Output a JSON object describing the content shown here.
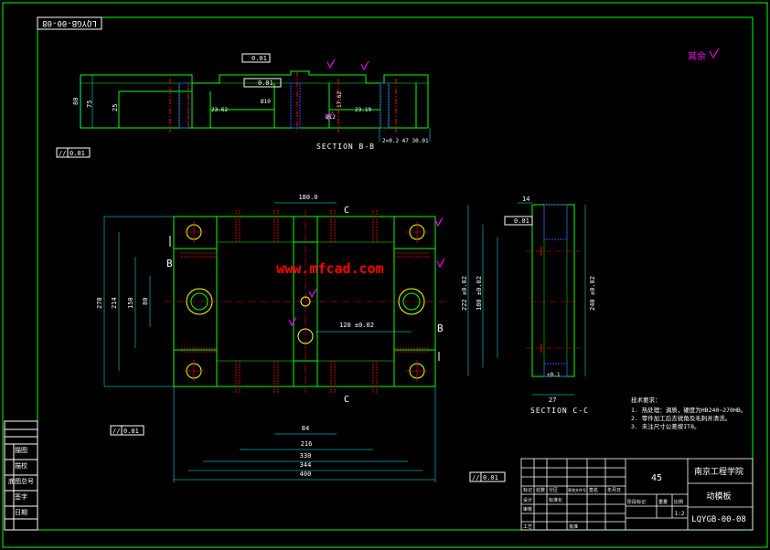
{
  "drawing_code_rotated": "LQYGB-00-08",
  "section_bb_label": "SECTION B-B",
  "section_cc_label": "SECTION C-C",
  "watermark": "www.mfcad.com",
  "roughness_note": "其余",
  "cutting_plane_b": "B",
  "cutting_plane_c": "C",
  "dimensions": {
    "bb_height_80": "80",
    "bb_height_75": "75",
    "bb_height_25": "25",
    "bb_flatness": "0.01",
    "bb_width_23_62": "23.62",
    "bb_width_23_19": "23.19",
    "bb_width_17_62": "17.62",
    "bb_phi12": "Ø12",
    "bb_phi10": "Ø10",
    "bb_step": "2×0.2 47 30.01",
    "perp_tol": "0.01",
    "top_width_180": "180.0",
    "height_270": "270",
    "height_214": "214",
    "height_150": "150",
    "height_80": "80",
    "width_120": "120 ±0.02",
    "width_84": "84",
    "width_216": "216",
    "width_330": "330",
    "width_344": "344",
    "width_400": "400",
    "parallel_tol": "0.01",
    "parallel_tol_bottom": "0.01",
    "cc_width_14": "14",
    "cc_height_222": "222 ±0.02",
    "cc_height_180": "180 ±0.02",
    "cc_height_240": "240 ±0.02",
    "cc_width_27": "27",
    "cc_tol": "±0.1"
  },
  "tech_requirements": {
    "title": "技术要求：",
    "items": [
      "1. 热处理：调质，硬度为HB240~270HB。",
      "2. 零件加工后去锐角及毛刺并清洗。",
      "3. 未注尺寸公差按IT8。"
    ]
  },
  "title_block": {
    "school": "南京工程学院",
    "material": "45",
    "part_name": "动模板",
    "drawing_code": "LQYGB-00-08",
    "scale": "1:2",
    "labels": [
      "标记",
      "处数",
      "分区",
      "更改文件号",
      "签名",
      "年月日",
      "设计",
      "标准化",
      "审核",
      "工艺",
      "批准",
      "阶段标记",
      "重量",
      "比例"
    ]
  },
  "left_stamp_labels": [
    "描图",
    "描校",
    "底图总号",
    "签字",
    "日期"
  ]
}
